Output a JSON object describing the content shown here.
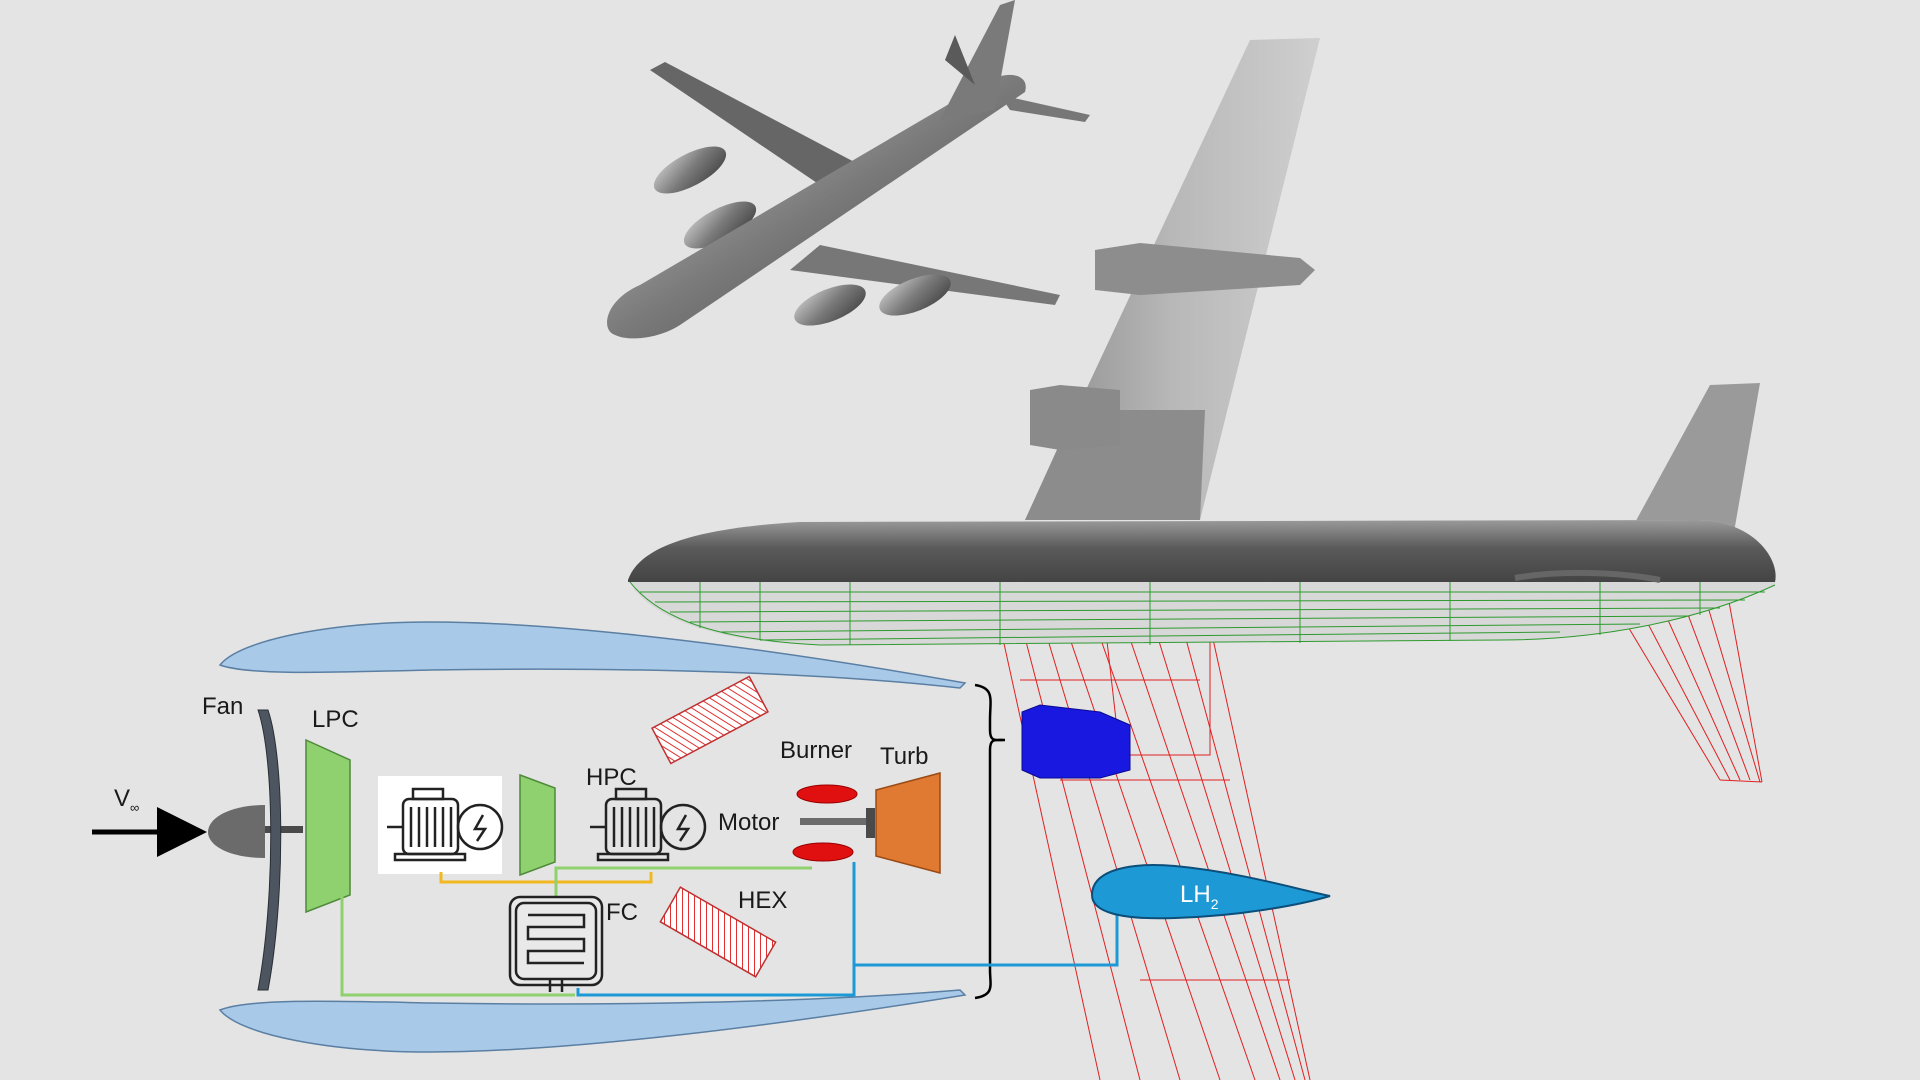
{
  "labels": {
    "fan": "Fan",
    "lpc": "LPC",
    "hpc": "HPC",
    "burner": "Burner",
    "turb": "Turb",
    "motor": "Motor",
    "hex": "HEX",
    "fc": "FC",
    "v_inf_base": "V",
    "v_inf_sub": "∞",
    "lh2_base": "LH",
    "lh2_sub": "2"
  },
  "colors": {
    "background": "#e4e4e4",
    "nacelle": "#a9c9e8",
    "compressor": "#8fd16f",
    "turbine": "#e07a32",
    "burner": "#e01010",
    "hex_hatch": "#e03030",
    "lh2_tank": "#1d9ad6",
    "fuel_line": "#1d9ad6",
    "power_line": "#f2b820",
    "signal_line": "#8fd16f",
    "mesh_green": "#2e9a2e",
    "mesh_red": "#e02020",
    "blue_block": "#1818e0",
    "airframe": "#8a8a8a"
  },
  "icons": [
    "electric-motor-icon",
    "fuel-cell-icon",
    "arrow-right-icon",
    "curly-brace-icon"
  ]
}
